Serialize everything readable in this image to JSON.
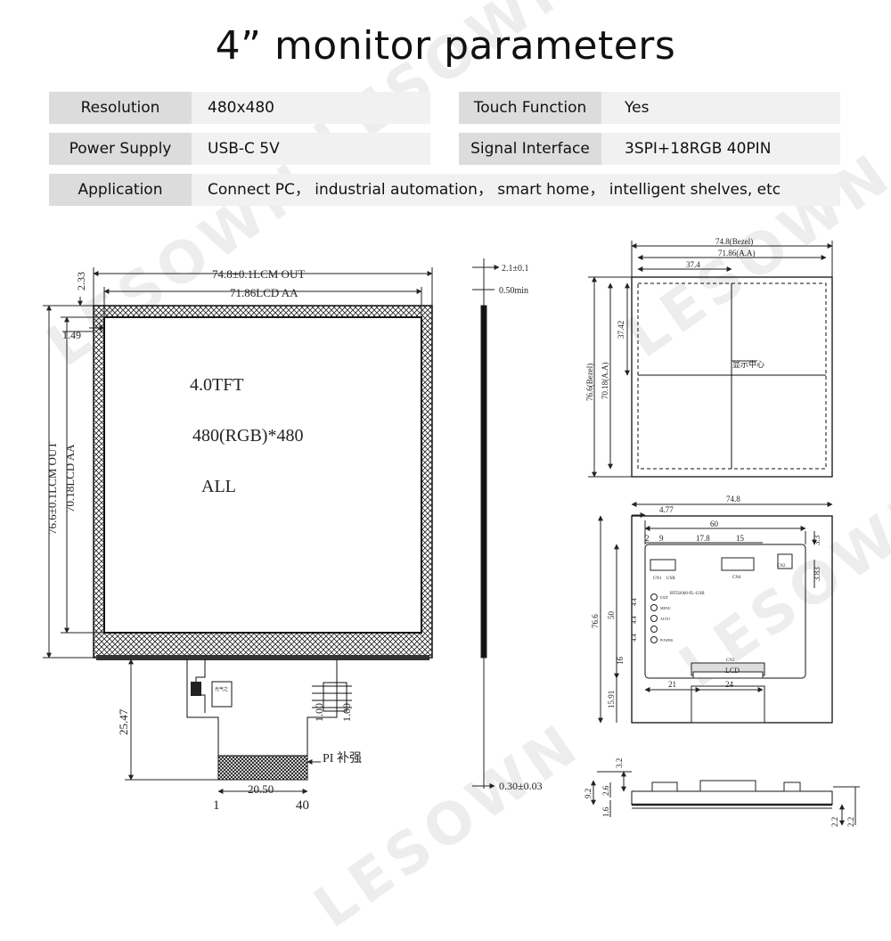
{
  "title": "4” monitor parameters",
  "params": {
    "resolution_label": "Resolution",
    "resolution_value": "480x480",
    "touch_label": "Touch Function",
    "touch_value": "Yes",
    "power_label": "Power Supply",
    "power_value": "USB-C 5V",
    "signal_label": "Signal Interface",
    "signal_value": "3SPI+18RGB 40PIN",
    "application_label": "Application",
    "application_value": "Connect PC， industrial automation， smart home， intelligent shelves, etc"
  },
  "watermark": "LESOWN",
  "front_view": {
    "dim_lcm_width": "74.8±0.1LCM OUT",
    "dim_aa_width": "71.86LCD AA",
    "dim_top_offset": "2.33",
    "dim_left_offset": "1.49",
    "dim_lcm_height": "76.6±0.1LCM OUT",
    "dim_aa_height": "70.18LCD AA",
    "panel_name": "4.0TFT",
    "panel_resolution": "480(RGB)*480",
    "panel_view": "ALL",
    "dim_fpc_length": "25.47",
    "dim_fpc_width": "20.50",
    "dim_pitch_a": "1.00",
    "dim_pitch_b": "1.00",
    "stiffener_label": "PI 补强",
    "pin_first": "1",
    "pin_last": "40",
    "chip_label": "光气之"
  },
  "side_view": {
    "dim_total_thickness": "2.1±0.1",
    "dim_min": "0.50min",
    "dim_fpc_thickness": "0.30±0.03"
  },
  "bezel_view": {
    "dim_bezel_width": "74.8(Bezel)",
    "dim_aa_width": "71.86(A.A)",
    "dim_half_width": "37.4",
    "dim_half_height": "37.42",
    "dim_bezel_height": "76.6(Bezel)",
    "dim_aa_height": "70.18(A.A)",
    "center_label": "显示中心"
  },
  "pcb_view": {
    "dim_total_width": "74.8",
    "dim_left_offset": "4.77",
    "dim_board_width": "60",
    "dim_a": "2",
    "dim_b": "9",
    "dim_c": "17.8",
    "dim_d": "15",
    "dim_e": "3.3",
    "dim_f": "3.83",
    "dim_total_height": "76.6",
    "dim_board_height": "50",
    "dim_g": "16",
    "dim_h": "15.91",
    "dim_i": "21",
    "dim_j": "24",
    "dim_btn_1": "4.4",
    "dim_btn_2": "4.4",
    "dim_btn_3": "4.4",
    "connector_1": "CN1",
    "connector_usb": "USB",
    "connector_4": "CN4",
    "connector_2": "CN2",
    "connector_3": "CN3",
    "board_id": "RTD2660-FL-USB",
    "lcd_label": "LCD",
    "btn_labels": [
      "EXIT",
      "MENU",
      "AUTO",
      "-",
      "POWER"
    ]
  },
  "bottom_profile": {
    "dim_a": "3.2",
    "dim_b": "9.2",
    "dim_c": "2.6",
    "dim_d": "1.6",
    "dim_e": "2.2",
    "dim_f": "2.2"
  }
}
